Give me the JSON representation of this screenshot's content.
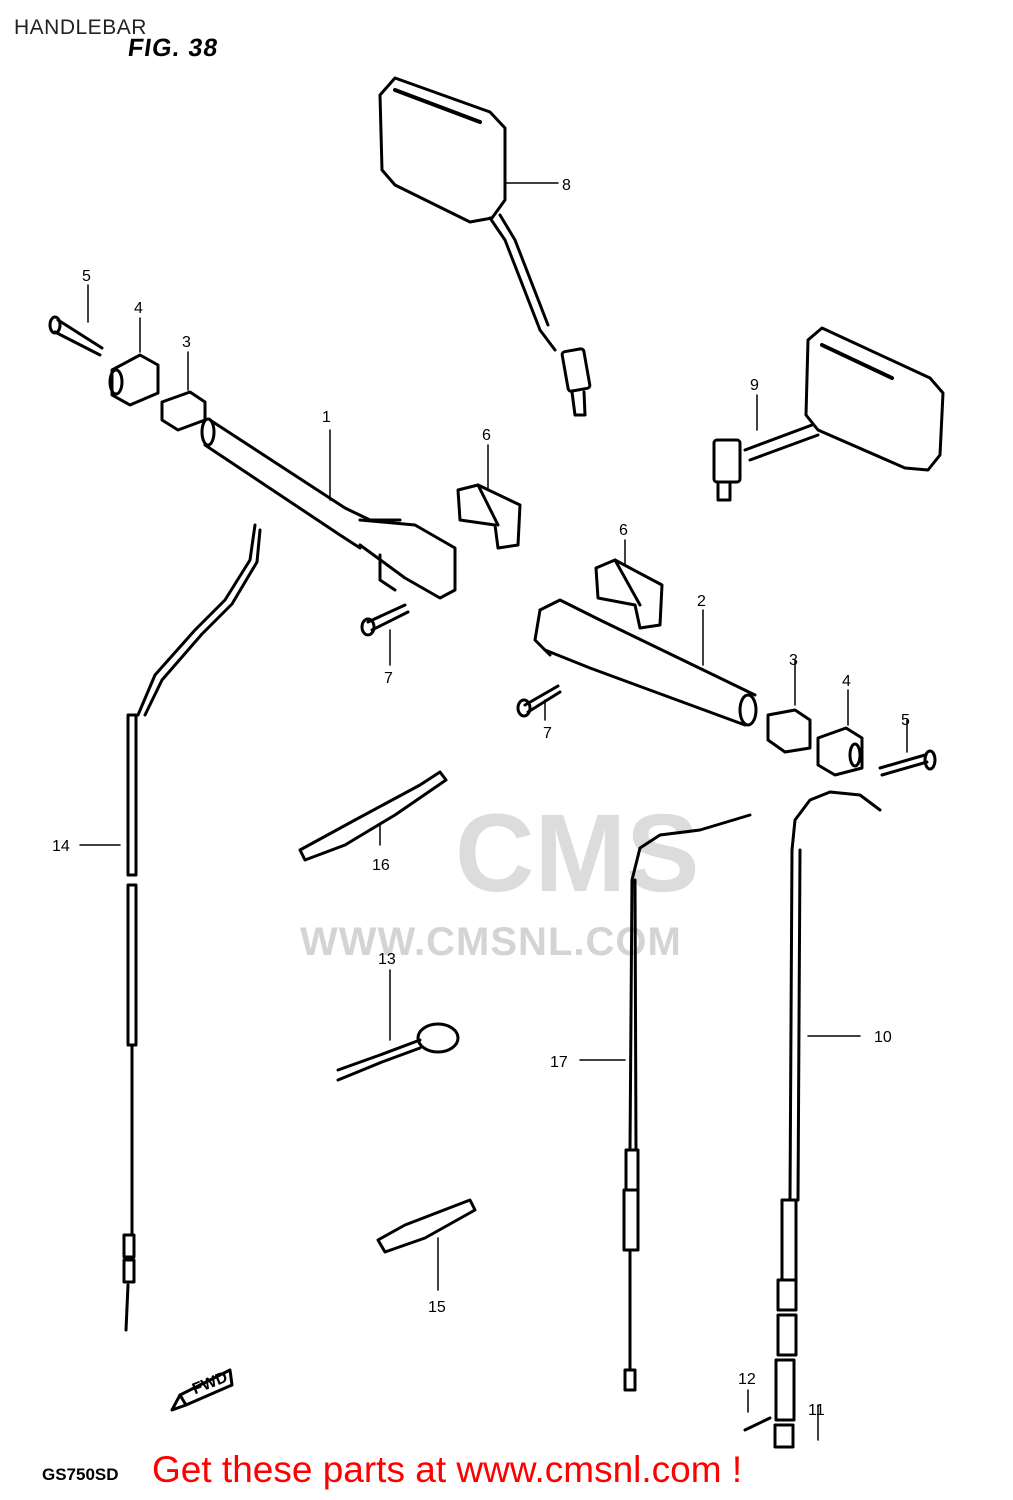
{
  "header": {
    "title": "HANDLEBAR",
    "figure": "FIG. 38"
  },
  "watermark": {
    "brand": "CMS",
    "url": "WWW.CMSNL.COM"
  },
  "callouts": [
    {
      "id": "c1",
      "label": "1"
    },
    {
      "id": "c2",
      "label": "2"
    },
    {
      "id": "c3a",
      "label": "3"
    },
    {
      "id": "c3b",
      "label": "3"
    },
    {
      "id": "c4a",
      "label": "4"
    },
    {
      "id": "c4b",
      "label": "4"
    },
    {
      "id": "c5a",
      "label": "5"
    },
    {
      "id": "c5b",
      "label": "5"
    },
    {
      "id": "c6a",
      "label": "6"
    },
    {
      "id": "c6b",
      "label": "6"
    },
    {
      "id": "c7a",
      "label": "7"
    },
    {
      "id": "c7b",
      "label": "7"
    },
    {
      "id": "c8",
      "label": "8"
    },
    {
      "id": "c9",
      "label": "9"
    },
    {
      "id": "c10",
      "label": "10"
    },
    {
      "id": "c11",
      "label": "11"
    },
    {
      "id": "c12",
      "label": "12"
    },
    {
      "id": "c13",
      "label": "13"
    },
    {
      "id": "c14",
      "label": "14"
    },
    {
      "id": "c15",
      "label": "15"
    },
    {
      "id": "c16",
      "label": "16"
    },
    {
      "id": "c17",
      "label": "17"
    }
  ],
  "fwd_marker": "FWD",
  "footer": {
    "model": "GS750SD",
    "call_to_action": "Get these parts at www.cmsnl.com !"
  }
}
